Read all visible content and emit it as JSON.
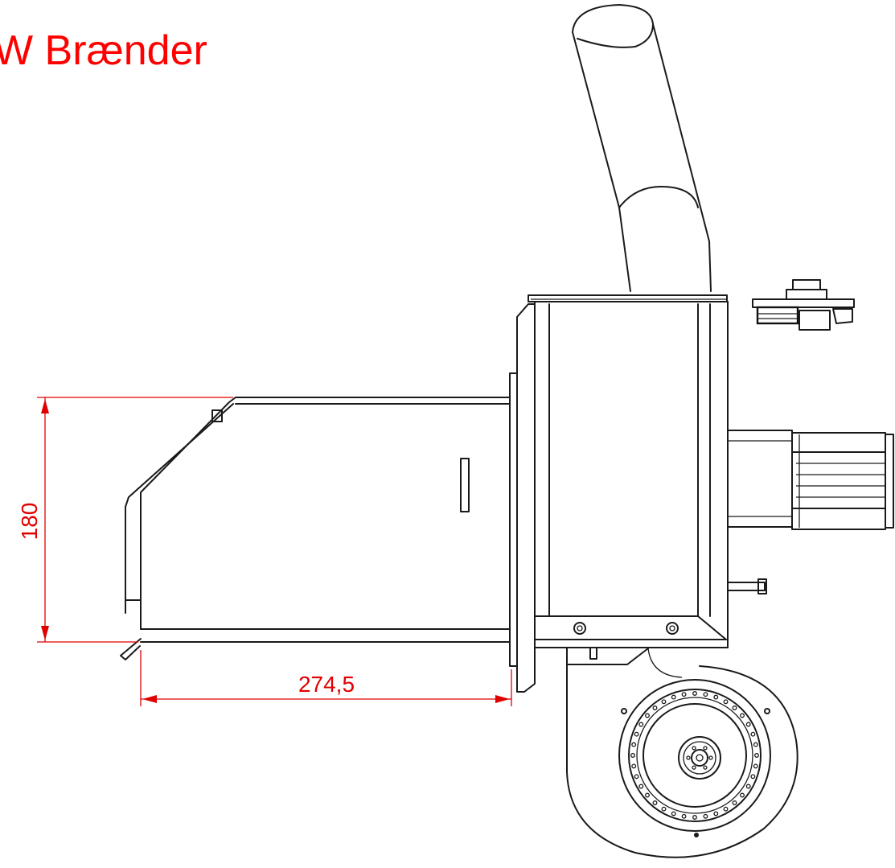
{
  "title": "kW Brænder",
  "dimensions": {
    "height": "180",
    "length": "274,5"
  },
  "colors": {
    "dimension": "#e00000",
    "title": "#ff0000",
    "line": "#1a1a1a",
    "background": "#ffffff"
  }
}
